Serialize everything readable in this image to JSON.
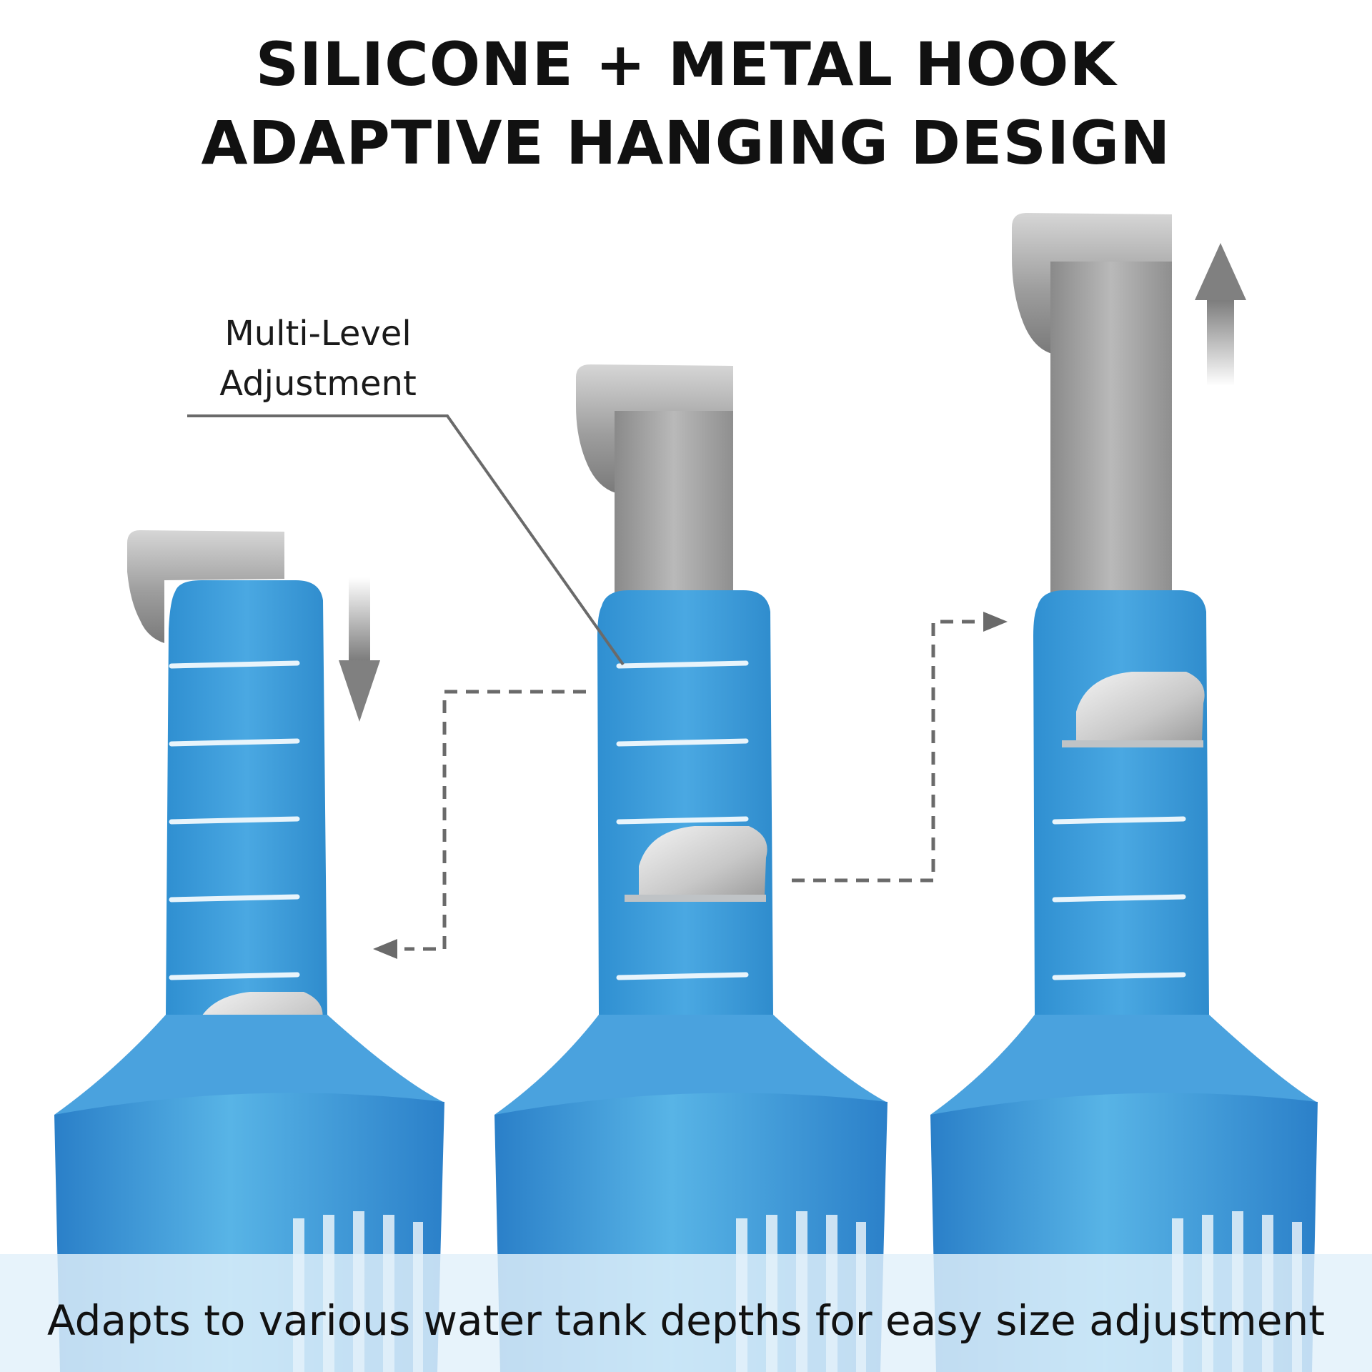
{
  "header": {
    "line1": "SILICONE + METAL HOOK",
    "line2": "ADAPTIVE HANGING DESIGN"
  },
  "callout": {
    "line1": "Multi-Level",
    "line2": "Adjustment"
  },
  "caption": "Adapts to various water tank depths for easy size adjustment",
  "colors": {
    "silicone_blue": "#3e9ed9",
    "metal": "#9a9a9a",
    "dashed_line": "#666666",
    "text": "#111111"
  },
  "products": [
    {
      "name": "hanger-low",
      "hook_height": "low",
      "clip_slot": 6
    },
    {
      "name": "hanger-middle",
      "hook_height": "middle",
      "clip_slot": 3
    },
    {
      "name": "hanger-high",
      "hook_height": "high",
      "clip_slot": 1
    }
  ]
}
